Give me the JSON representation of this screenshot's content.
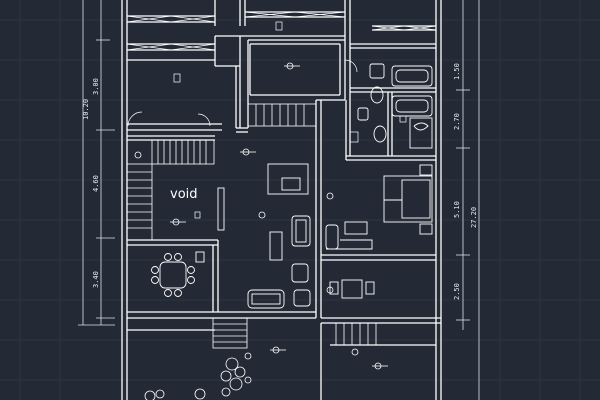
{
  "drawing": {
    "room_label_void": "void",
    "dims_left": [
      "10.20",
      "3.00",
      "4.60",
      "3.40"
    ],
    "dims_right": [
      "1.50",
      "2.70",
      "5.10",
      "2.50"
    ],
    "dim_total_right": "27.20"
  },
  "colors": {
    "background": "#232a35",
    "grid": "#2d3542",
    "lines": "#ffffff",
    "dim_lines": "#dce3ea"
  }
}
